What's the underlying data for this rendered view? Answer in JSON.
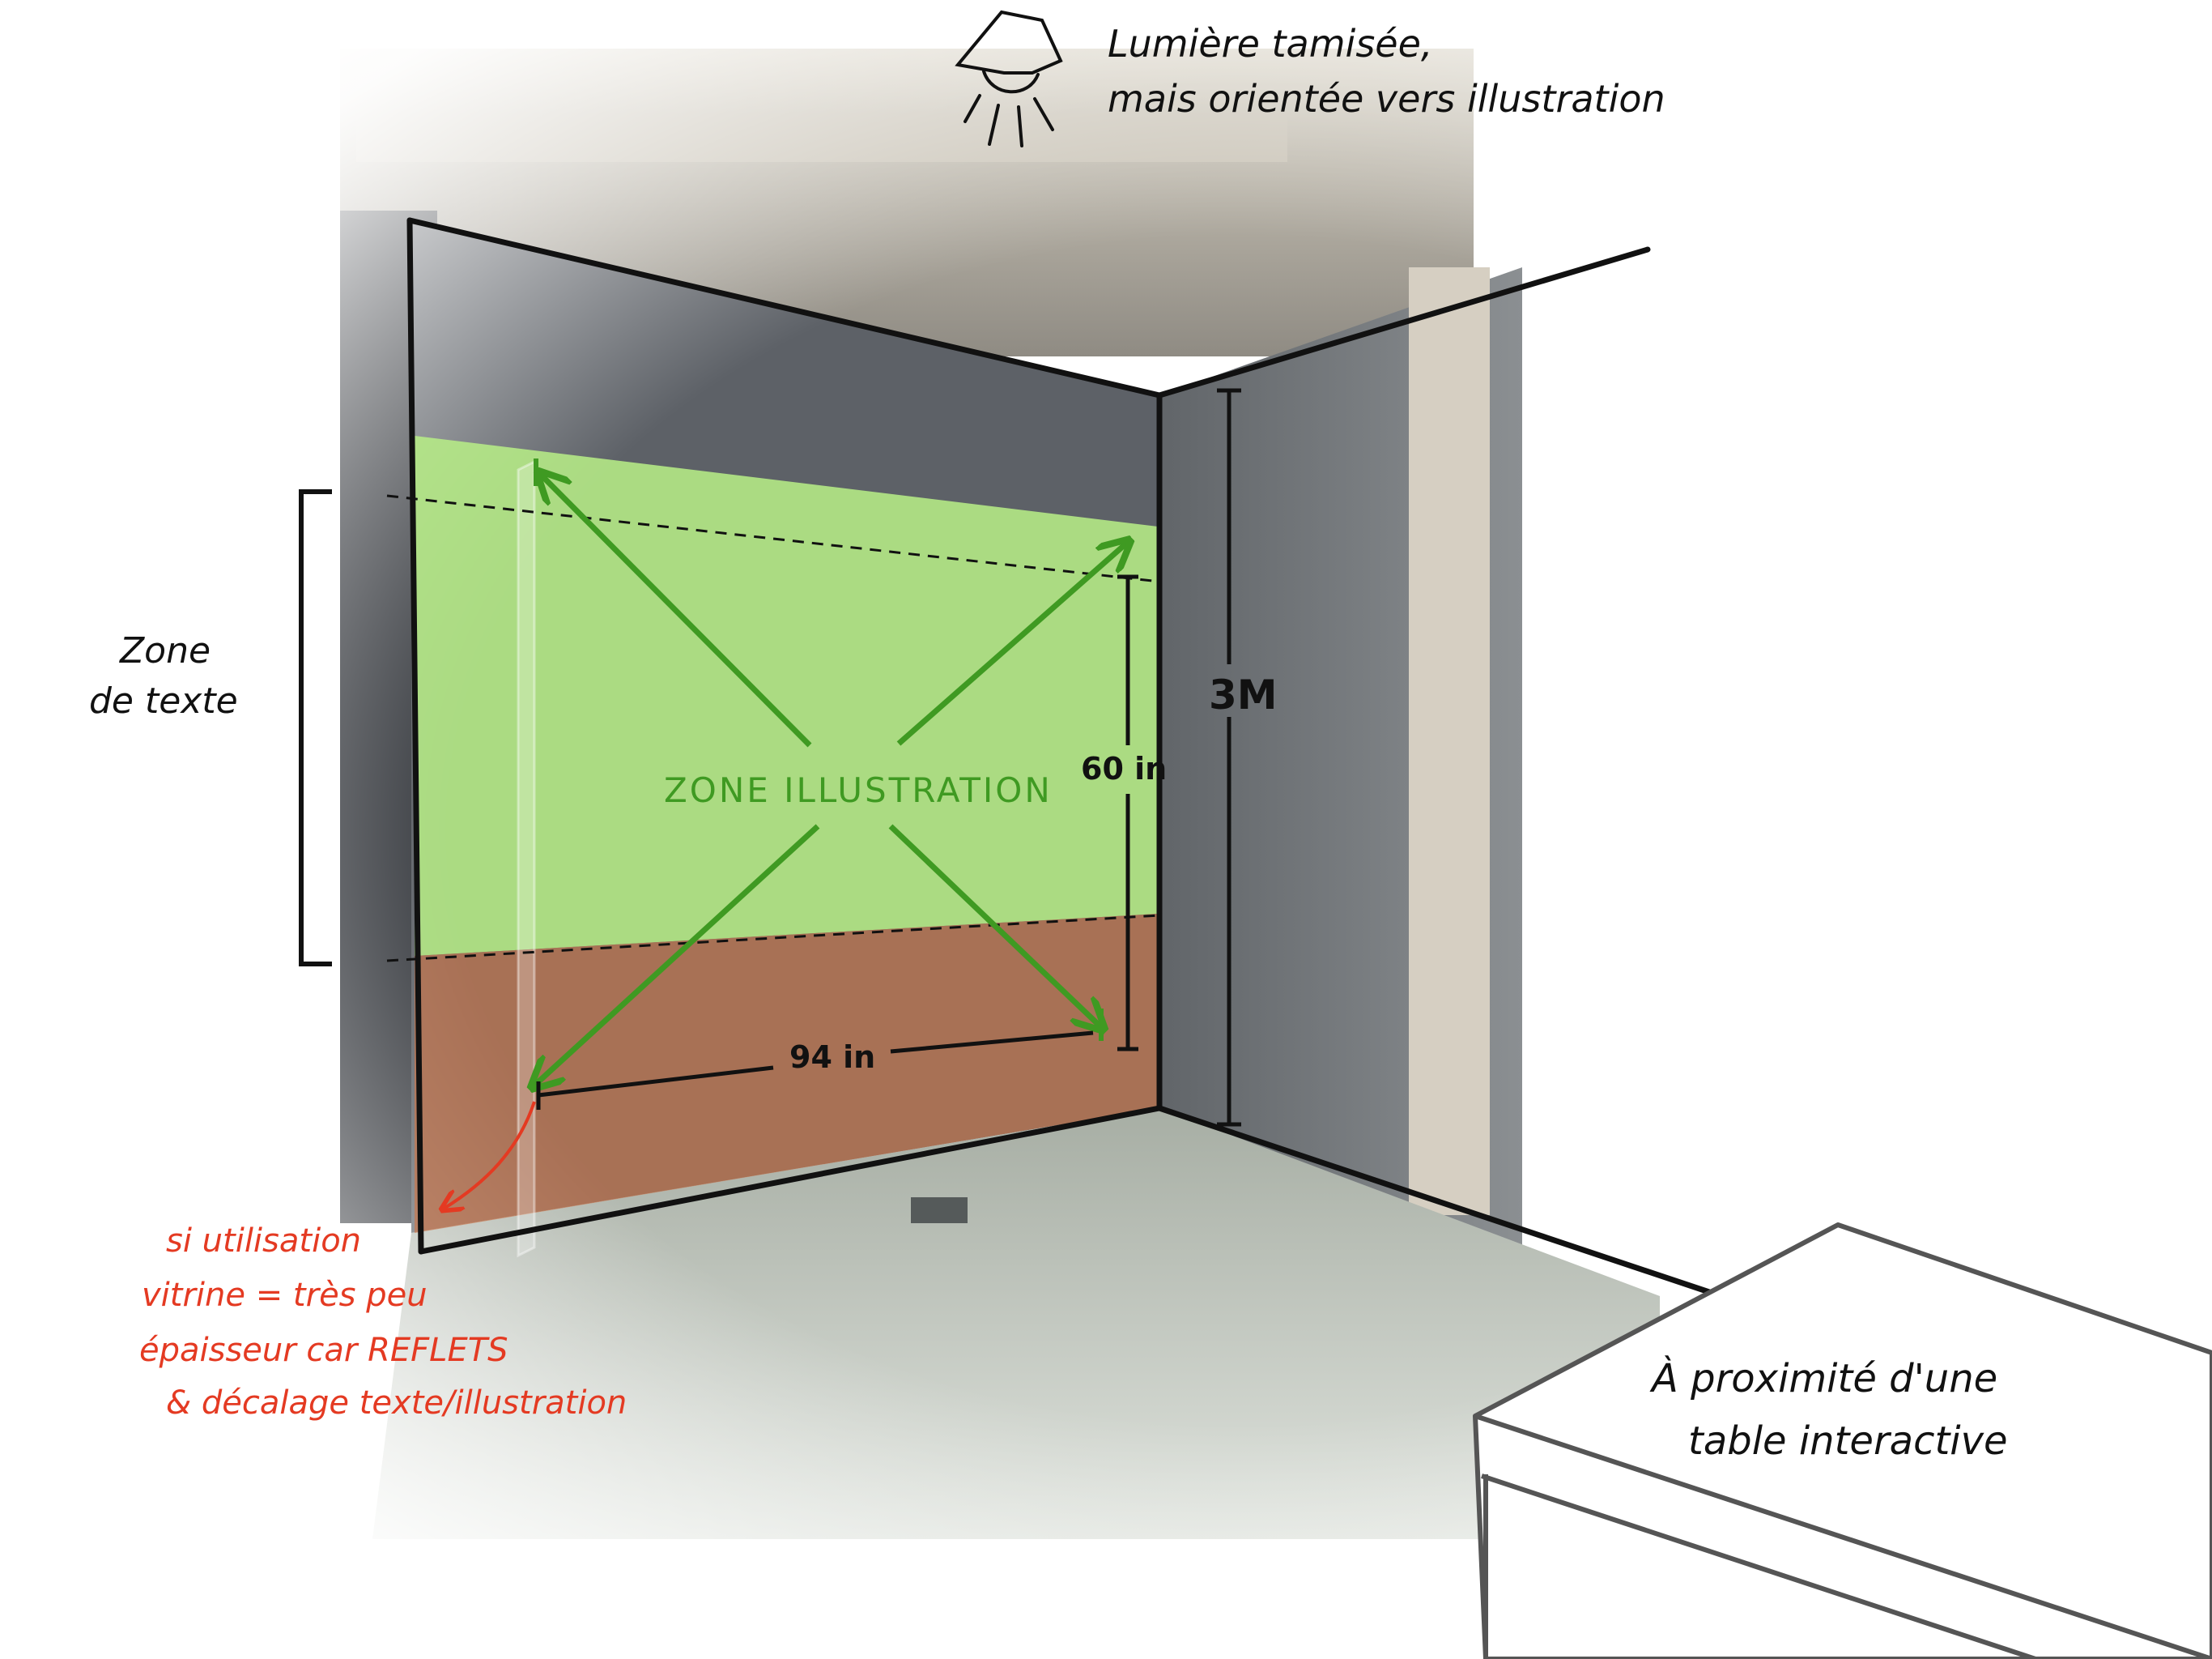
{
  "annotations": {
    "lighting_line1": "Lumière tamisée,",
    "lighting_line2": "mais orientée vers illustration",
    "text_zone_line1": "Zone",
    "text_zone_line2": "de texte",
    "illustration_zone": "ZONE ILLUSTRATION",
    "height_dim": "60 in",
    "width_dim": "94 in",
    "wall_height": "3M",
    "warning_line1": "si utilisation",
    "warning_line2": "vitrine = très peu",
    "warning_line3": "épaisseur car REFLETS",
    "warning_line4": "& décalage texte/illustration",
    "table_line1": "À proximité d'une",
    "table_line2": "table interactive"
  },
  "colors": {
    "ink": "#111111",
    "illustration_zone": "#b6ec86",
    "illustration_arrows": "#3f9a22",
    "text_zone": "#c9774f",
    "warning": "#e43a22",
    "wall": "#5d6167",
    "side_wall": "#6d7176",
    "floor": "#b5bcb3",
    "ceiling": "#b9b3a8"
  }
}
